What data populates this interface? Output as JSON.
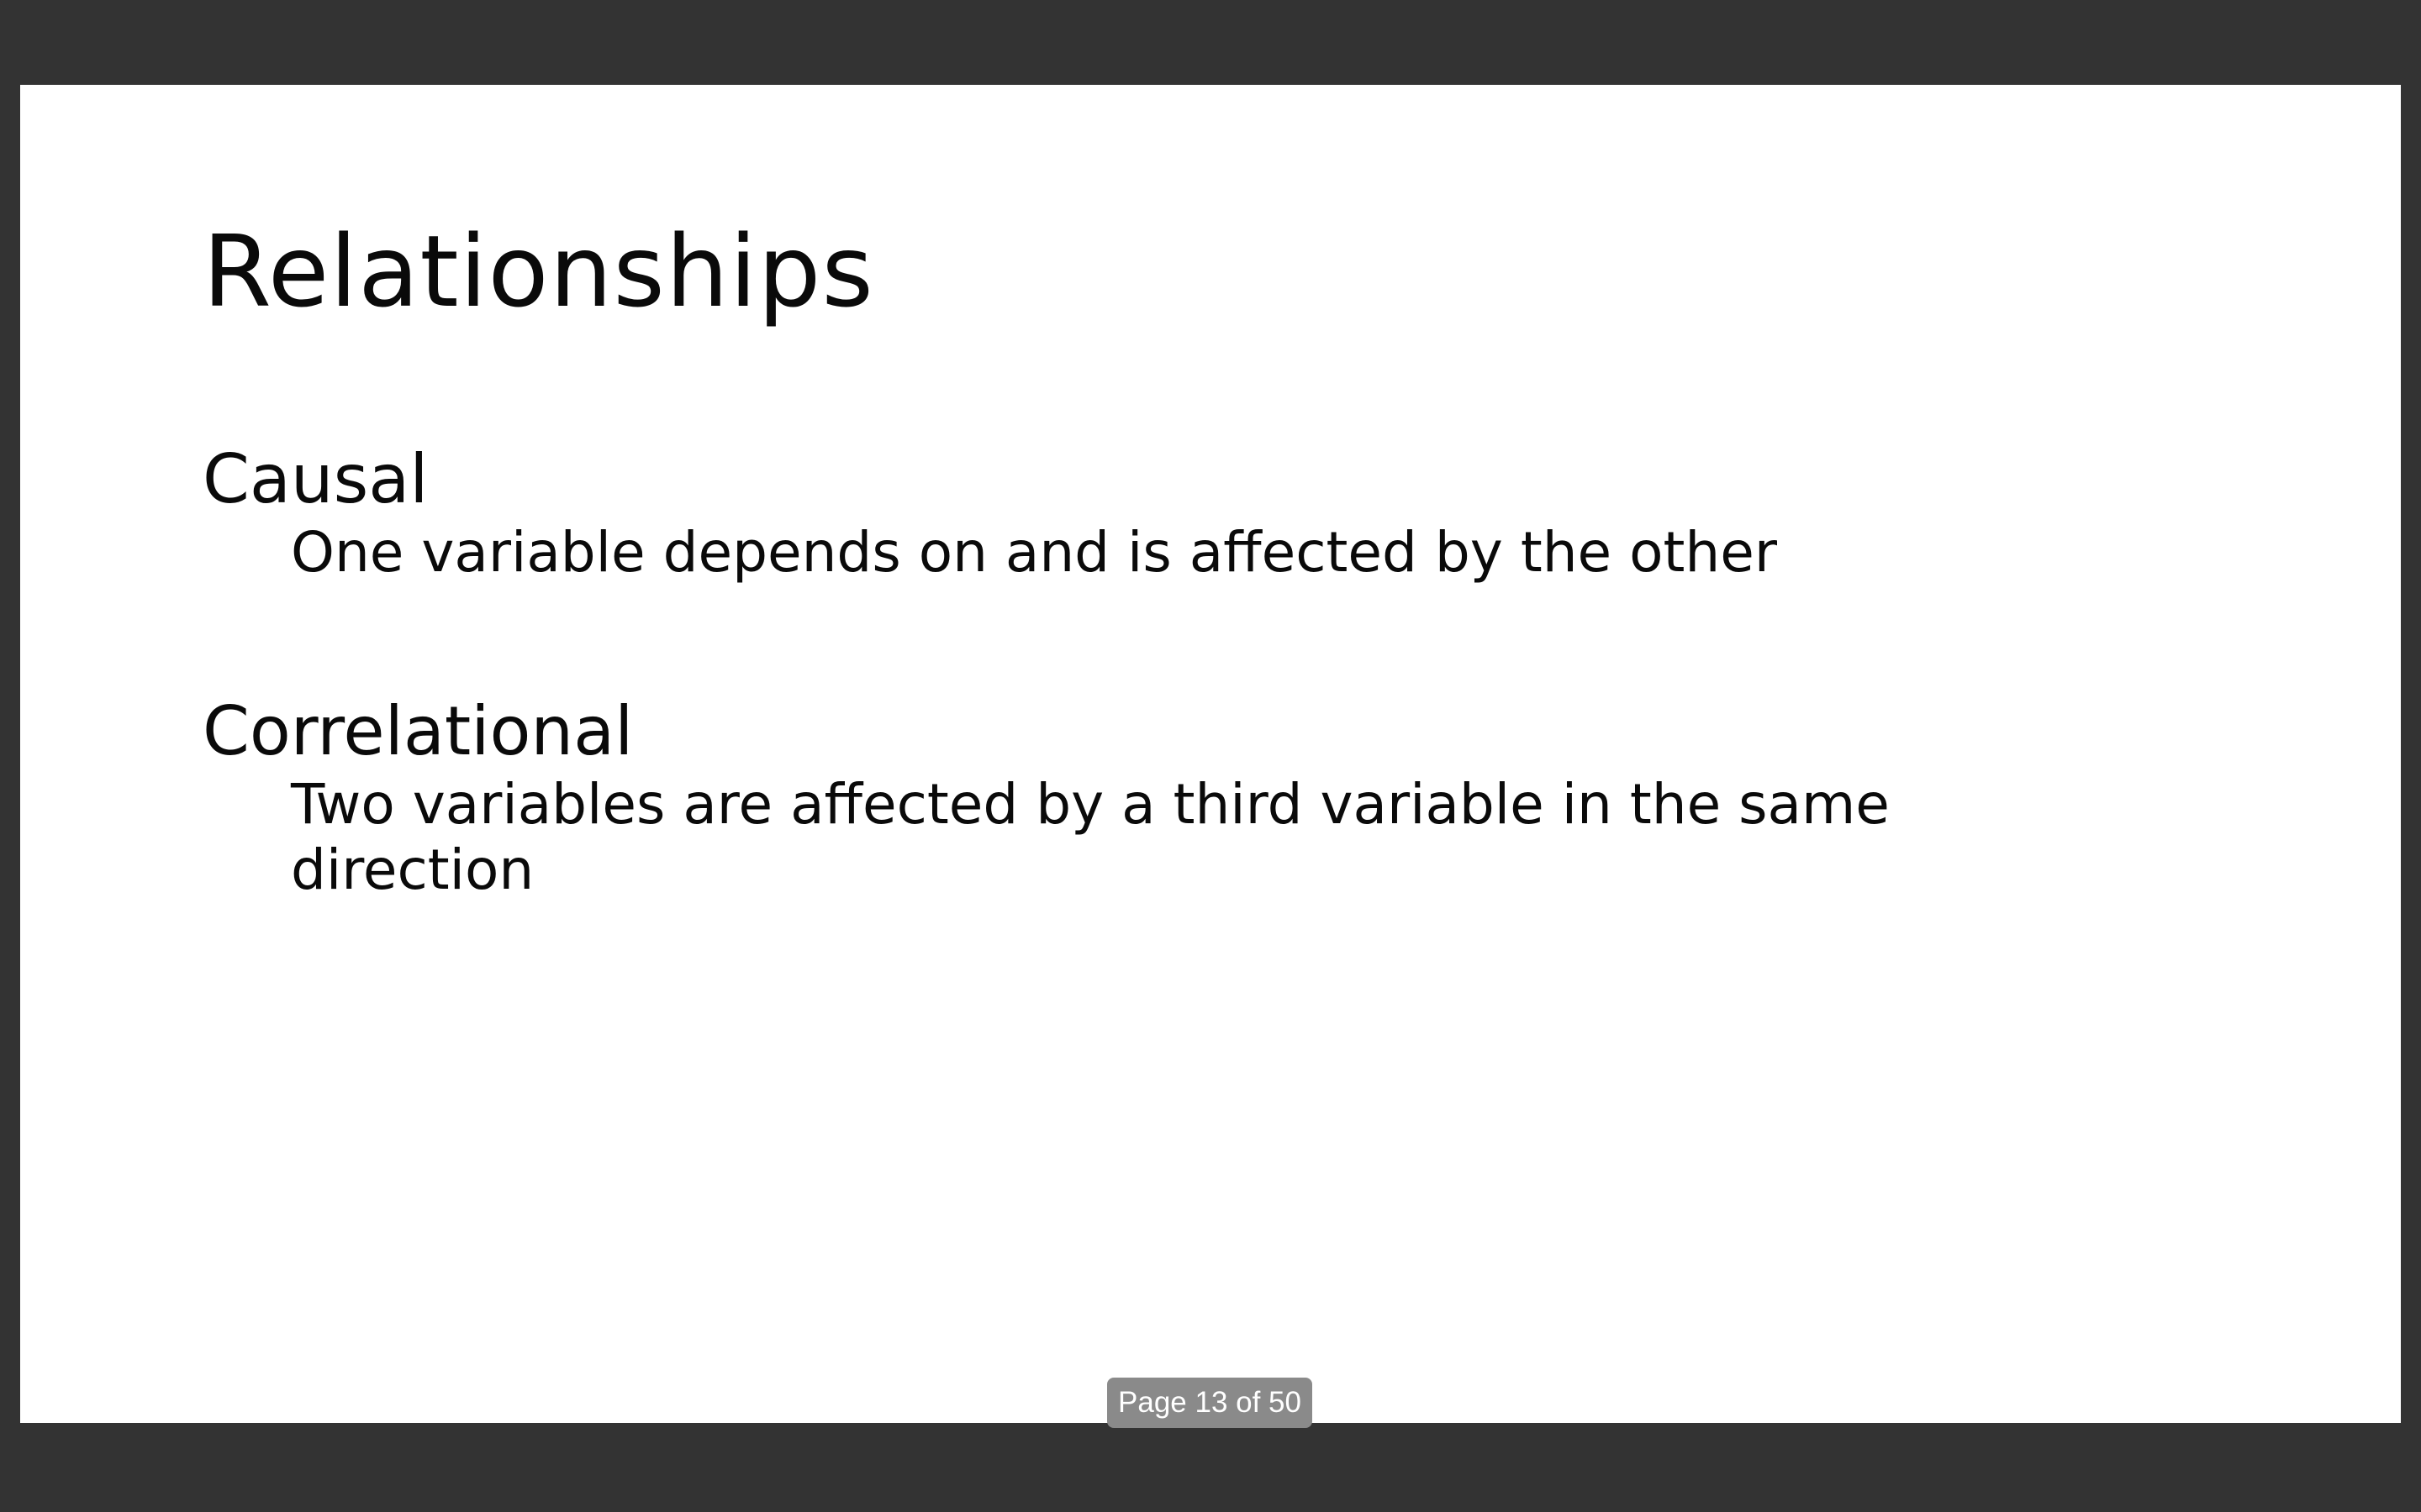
{
  "slide": {
    "title": "Relationships",
    "sections": [
      {
        "heading": "Causal",
        "body": "One variable depends on and is affected by the other"
      },
      {
        "heading": "Correlational",
        "body": "Two variables are affected by a third variable in the same direction"
      }
    ]
  },
  "viewer": {
    "page_indicator": "Page 13 of 50",
    "current_page": 13,
    "total_pages": 50,
    "background_color": "#333333",
    "indicator_color": "#8a8a8a"
  }
}
